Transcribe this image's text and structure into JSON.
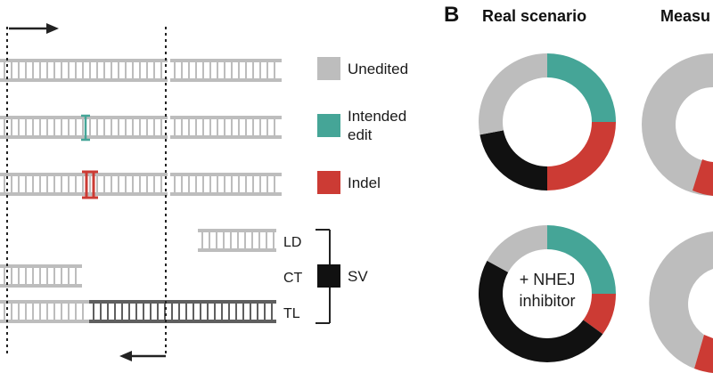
{
  "legend": {
    "unedited": "Unedited",
    "intended_line1": "Intended",
    "intended_line2": "edit",
    "indel": "Indel"
  },
  "sv": {
    "ld": "LD",
    "ct": "CT",
    "tl": "TL",
    "label": "SV"
  },
  "panel_b": {
    "letter": "B",
    "title_real": "Real scenario",
    "title_measured": "Measu",
    "inhibitor_line1": "+ NHEJ",
    "inhibitor_line2": "inhibitor"
  },
  "colors": {
    "unedited": "#bdbdbd",
    "intended": "#45a597",
    "indel": "#cc3b34",
    "sv": "#111111",
    "translocation": "#5f5f5f"
  },
  "chart_data": [
    {
      "type": "pie",
      "title": "Real scenario",
      "categories": [
        "Intended edit",
        "Indel",
        "SV",
        "Unedited"
      ],
      "values": [
        25,
        25,
        22,
        28
      ]
    },
    {
      "type": "pie",
      "title": "Real scenario + NHEJ inhibitor",
      "categories": [
        "Intended edit",
        "Indel",
        "SV",
        "Unedited"
      ],
      "values": [
        25,
        10,
        48,
        17
      ]
    }
  ]
}
